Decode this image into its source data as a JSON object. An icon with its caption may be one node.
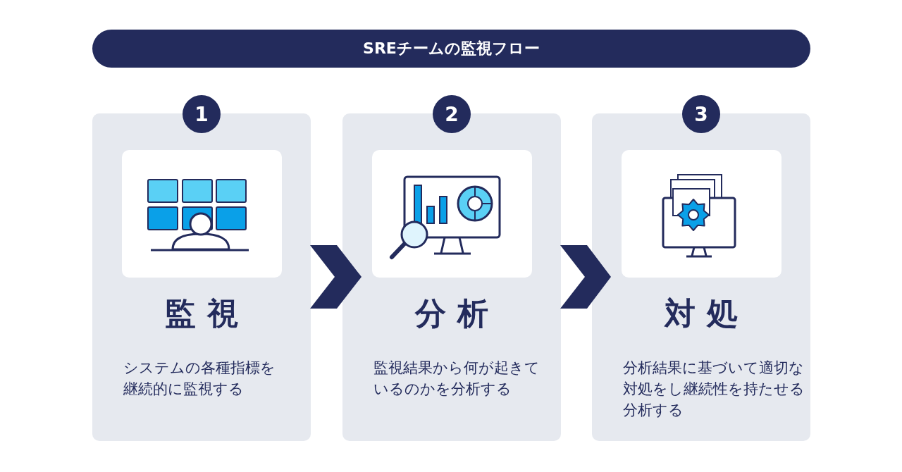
{
  "diagram": {
    "title": "SREチームの監視フロー",
    "nodes": [
      {
        "text": [
          "1",
          "監視",
          "システムの各種指標を継続的に監視する"
        ]
      },
      {
        "text": [
          "2",
          "分析",
          "監視結果から何が起きているのかを分析する"
        ]
      },
      {
        "text": [
          "3",
          "対処",
          "分析結果に基づいて適切な対処をし継続性を持たせる分析する"
        ]
      }
    ],
    "edges": [
      {
        "from": 0,
        "to": 1,
        "arrow": "to"
      },
      {
        "from": 1,
        "to": 2,
        "arrow": "to"
      }
    ]
  }
}
